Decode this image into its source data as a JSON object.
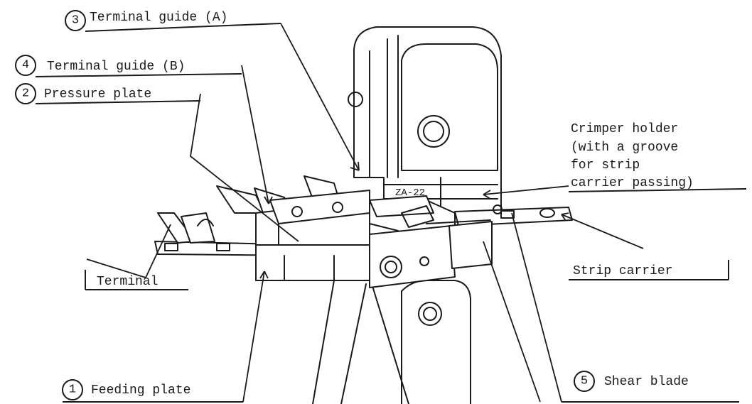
{
  "callouts": [
    {
      "number": "3",
      "text": "Terminal guide (A)"
    },
    {
      "number": "4",
      "text": "Terminal guide (B)"
    },
    {
      "number": "2",
      "text": "Pressure plate"
    },
    {
      "number": "1",
      "text": "Feeding plate"
    },
    {
      "number": "5",
      "text": "Shear blade"
    }
  ],
  "crimper_holder": {
    "line1": "Crimper holder",
    "line2": "(with a groove",
    "line3": "for strip",
    "line4": "carrier passing)"
  },
  "terminal_label": "Terminal",
  "strip_carrier_label": "Strip carrier",
  "part_marking": "ZA-22"
}
